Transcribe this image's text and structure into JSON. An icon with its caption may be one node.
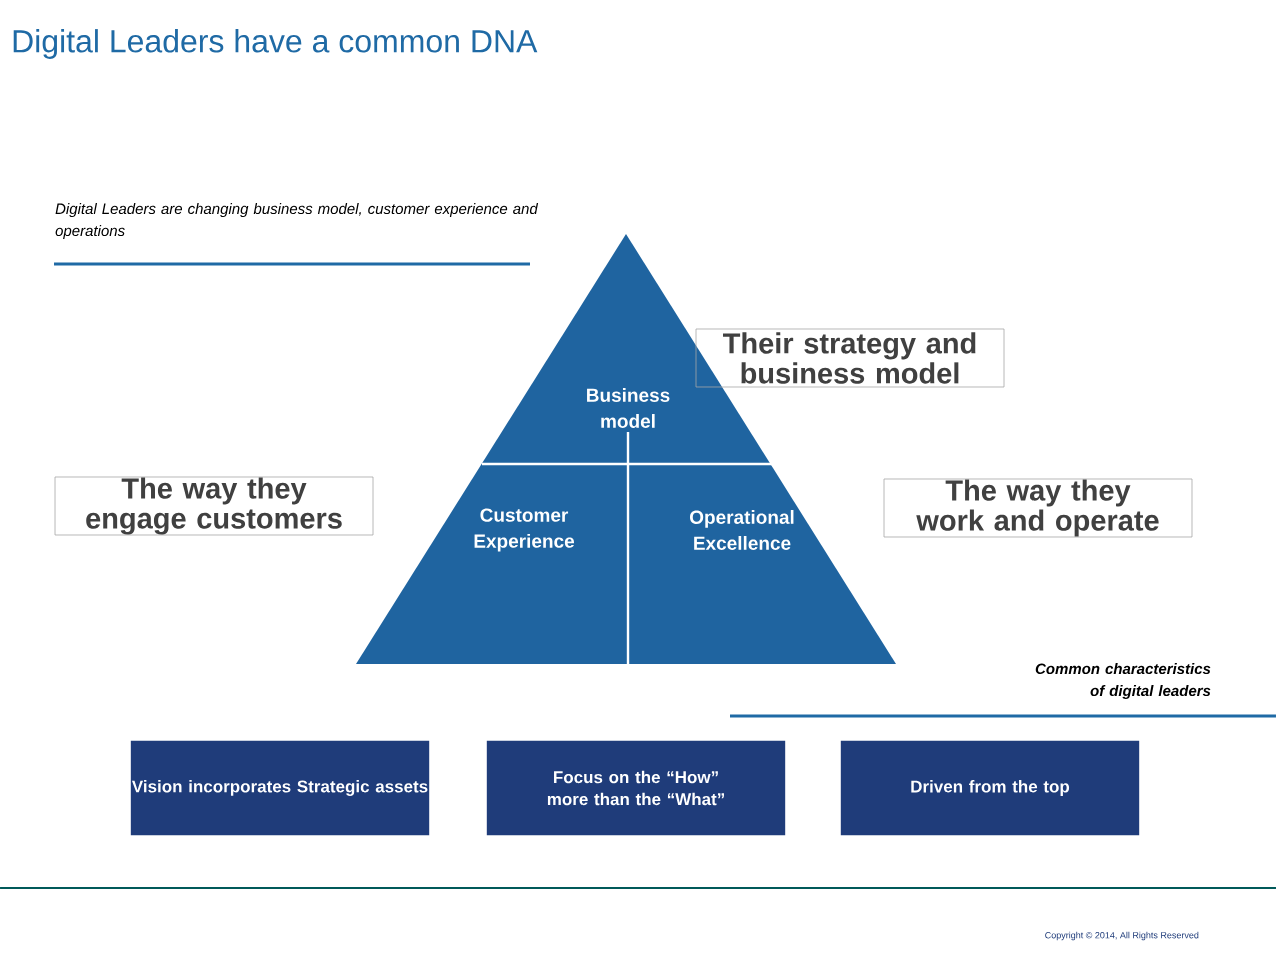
{
  "diagram": {
    "title": "Digital Leaders have a common DNA",
    "nodes": [
      {
        "text": [
          "Business model"
        ]
      },
      {
        "text": [
          "Customer Experience"
        ]
      },
      {
        "text": [
          "Operational Excellence"
        ]
      },
      {
        "text": [
          "Their strategy and business model"
        ]
      },
      {
        "text": [
          "The way they engage customers"
        ]
      },
      {
        "text": [
          "The way they work and operate"
        ]
      },
      {
        "text": [
          "Vision incorporates Strategic assets"
        ]
      },
      {
        "text": [
          "Focus on the “How” more than the “What”"
        ]
      },
      {
        "text": [
          "Driven from the top"
        ]
      }
    ],
    "labels": [
      "Digital Leaders are changing business model, customer experience and operations",
      "Common characteristics of digital leaders",
      "Copyright © 2014, All Rights Reserved"
    ]
  }
}
